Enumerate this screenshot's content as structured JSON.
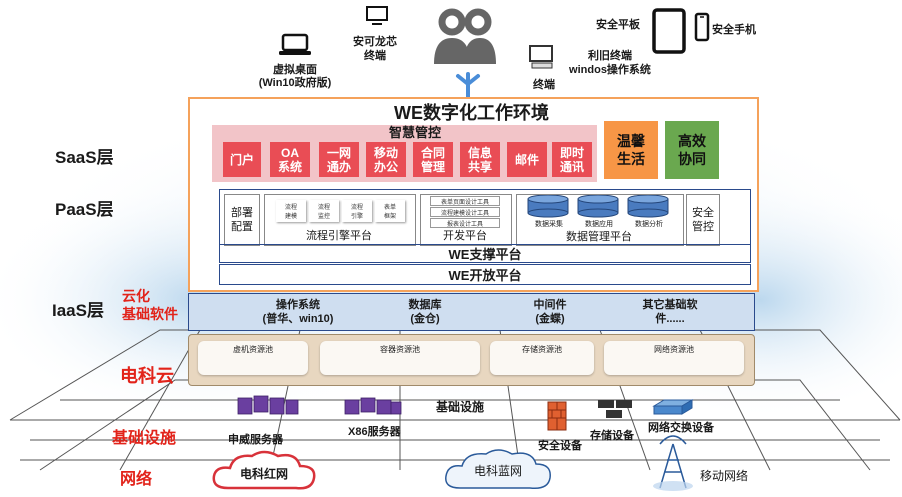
{
  "devices": {
    "virtual_desktop": "虚拟桌面\n(Win10政府版)",
    "safe_terminal": "安可龙芯\n终端",
    "legacy_terminal": "利旧终端\nwindos操作系统",
    "terminal": "终端",
    "safe_tablet": "安全平板",
    "safe_phone": "安全手机"
  },
  "layers": {
    "saas": "SaaS层",
    "paas": "PaaS层",
    "iaas": "IaaS层",
    "cloud_sw": "云化\n基础软件",
    "power_cloud": "电科云",
    "infra": "基础设施",
    "network": "网络"
  },
  "we_env": {
    "title": "WE数字化工作环境",
    "smart_ctrl": "智慧管控",
    "modules": [
      "门户",
      "OA\n系统",
      "一网\n通办",
      "移动\n办公",
      "合同\n管理",
      "信息\n共享",
      "邮件",
      "即时\n通讯"
    ],
    "warm_life": "温馨\n生活",
    "efficient": "高效\n协同"
  },
  "paas": {
    "deploy": "部署\n配置",
    "flow_items": [
      "流程\n建模",
      "流程\n监控",
      "流程\n引擎",
      "表单\n框架"
    ],
    "flow_engine": "流程引擎平台",
    "dev_tools": [
      "表单页面设计工具",
      "流程建模设计工具",
      "报表设计工具"
    ],
    "dev_platform": "开发平台",
    "data_items": [
      "数据采集",
      "数据应用",
      "数据分析"
    ],
    "data_platform": "数据管理平台",
    "security": "安全\n管控",
    "support": "WE支撑平台",
    "open": "WE开放平台"
  },
  "iaas": [
    {
      "name": "操作系统",
      "detail": "(普华、win10)"
    },
    {
      "name": "数据库",
      "detail": "(金仓)"
    },
    {
      "name": "中间件",
      "detail": "(金蝶)"
    },
    {
      "name": "其它基础软",
      "detail": "件......"
    }
  ],
  "pools": [
    "虚机资源池",
    "容器资源池",
    "存储资源池",
    "网络资源池"
  ],
  "infra": {
    "title": "基础设施",
    "shenwei": "申威服务器",
    "x86": "X86服务器",
    "security_dev": "安全设备",
    "storage_dev": "存储设备",
    "net_switch": "网络交换设备"
  },
  "network": {
    "red": "电科红网",
    "blue": "电科蓝网",
    "mobile": "移动网络"
  },
  "colors": {
    "module_red": "#e94d55",
    "orange": "#f79646",
    "green": "#6aa84f",
    "frame_orange": "#f5a25b",
    "navy": "#2a4a8c"
  }
}
